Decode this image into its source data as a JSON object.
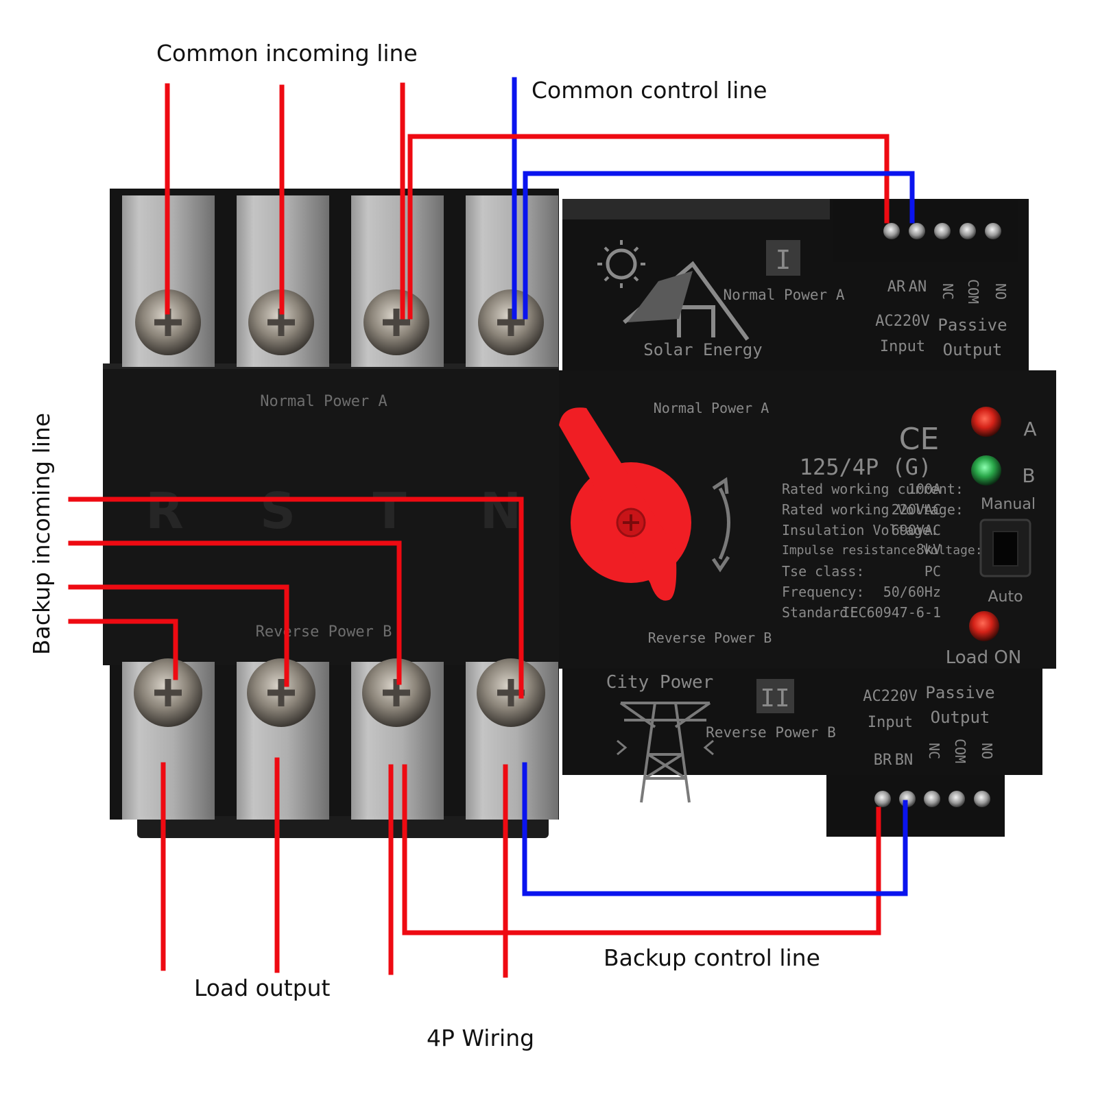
{
  "callouts": {
    "common_incoming": "Common incoming line",
    "common_control": "Common control line",
    "backup_incoming": "Backup incoming line",
    "backup_control": "Backup control line",
    "load_output": "Load output",
    "wiring": "4P Wiring"
  },
  "device": {
    "breaker_top_label": "Normal Power A",
    "breaker_bottom_label": "Reverse Power B",
    "pole_letters": [
      "R",
      "S",
      "T",
      "N"
    ],
    "top_module": {
      "roman": "I",
      "title": "Normal Power A",
      "logo_caption": "Solar Energy",
      "terminal_labels": [
        "AR",
        "AN",
        "NC",
        "COM",
        "NO"
      ],
      "voltage": "AC220V",
      "input": "Input",
      "passive": "Passive",
      "output": "Output"
    },
    "controller": {
      "top_label": "Normal Power A",
      "bottom_label": "Reverse Power B",
      "ce_mark": "CE",
      "model": "125/4P (G)",
      "specs": [
        {
          "label": "Rated working current:",
          "value": "100A"
        },
        {
          "label": "Rated working Voltage:",
          "value": "220VAC"
        },
        {
          "label": "Insulation Voltage:",
          "value": "690VAC"
        },
        {
          "label": "Impulse resistance Voltage:",
          "value": "8kV"
        },
        {
          "label": "Tse class:",
          "value": "PC"
        },
        {
          "label": "Frequency:",
          "value": "50/60Hz"
        },
        {
          "label": "Standard:",
          "value": "IEC60947-6-1"
        }
      ],
      "led_a": "A",
      "led_b": "B",
      "manual": "Manual",
      "auto": "Auto",
      "load_on": "Load ON"
    },
    "bottom_module": {
      "roman": "II",
      "title": "Reverse Power B",
      "logo_caption": "City Power",
      "terminal_labels": [
        "BR",
        "BN",
        "NC",
        "COM",
        "NO"
      ],
      "voltage": "AC220V",
      "input": "Input",
      "passive": "Passive",
      "output": "Output"
    }
  },
  "colors": {
    "phase_wire": "#ee0a12",
    "neutral_wire": "#0a14ee",
    "housing": "#151515",
    "handle": "#f01e24",
    "led_red": "#d42218",
    "led_green": "#2aa84a"
  }
}
